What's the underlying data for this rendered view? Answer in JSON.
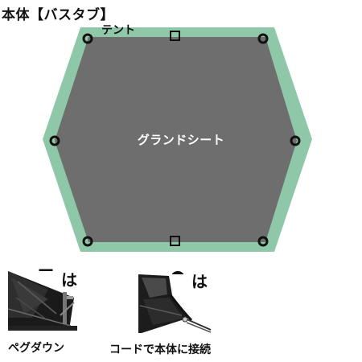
{
  "title": "本体【バスタブ】",
  "diagram": {
    "tent_label": "テント",
    "ground_sheet_label": "グランドシート",
    "colors": {
      "tent": "#8fc8a8",
      "ground_sheet": "#6e6e6e",
      "outline": "#111111"
    }
  },
  "legend": {
    "square": {
      "suffix": "は",
      "caption": "ペグダウン"
    },
    "ring": {
      "suffix": "は",
      "caption": "コードで本体に接続"
    }
  }
}
